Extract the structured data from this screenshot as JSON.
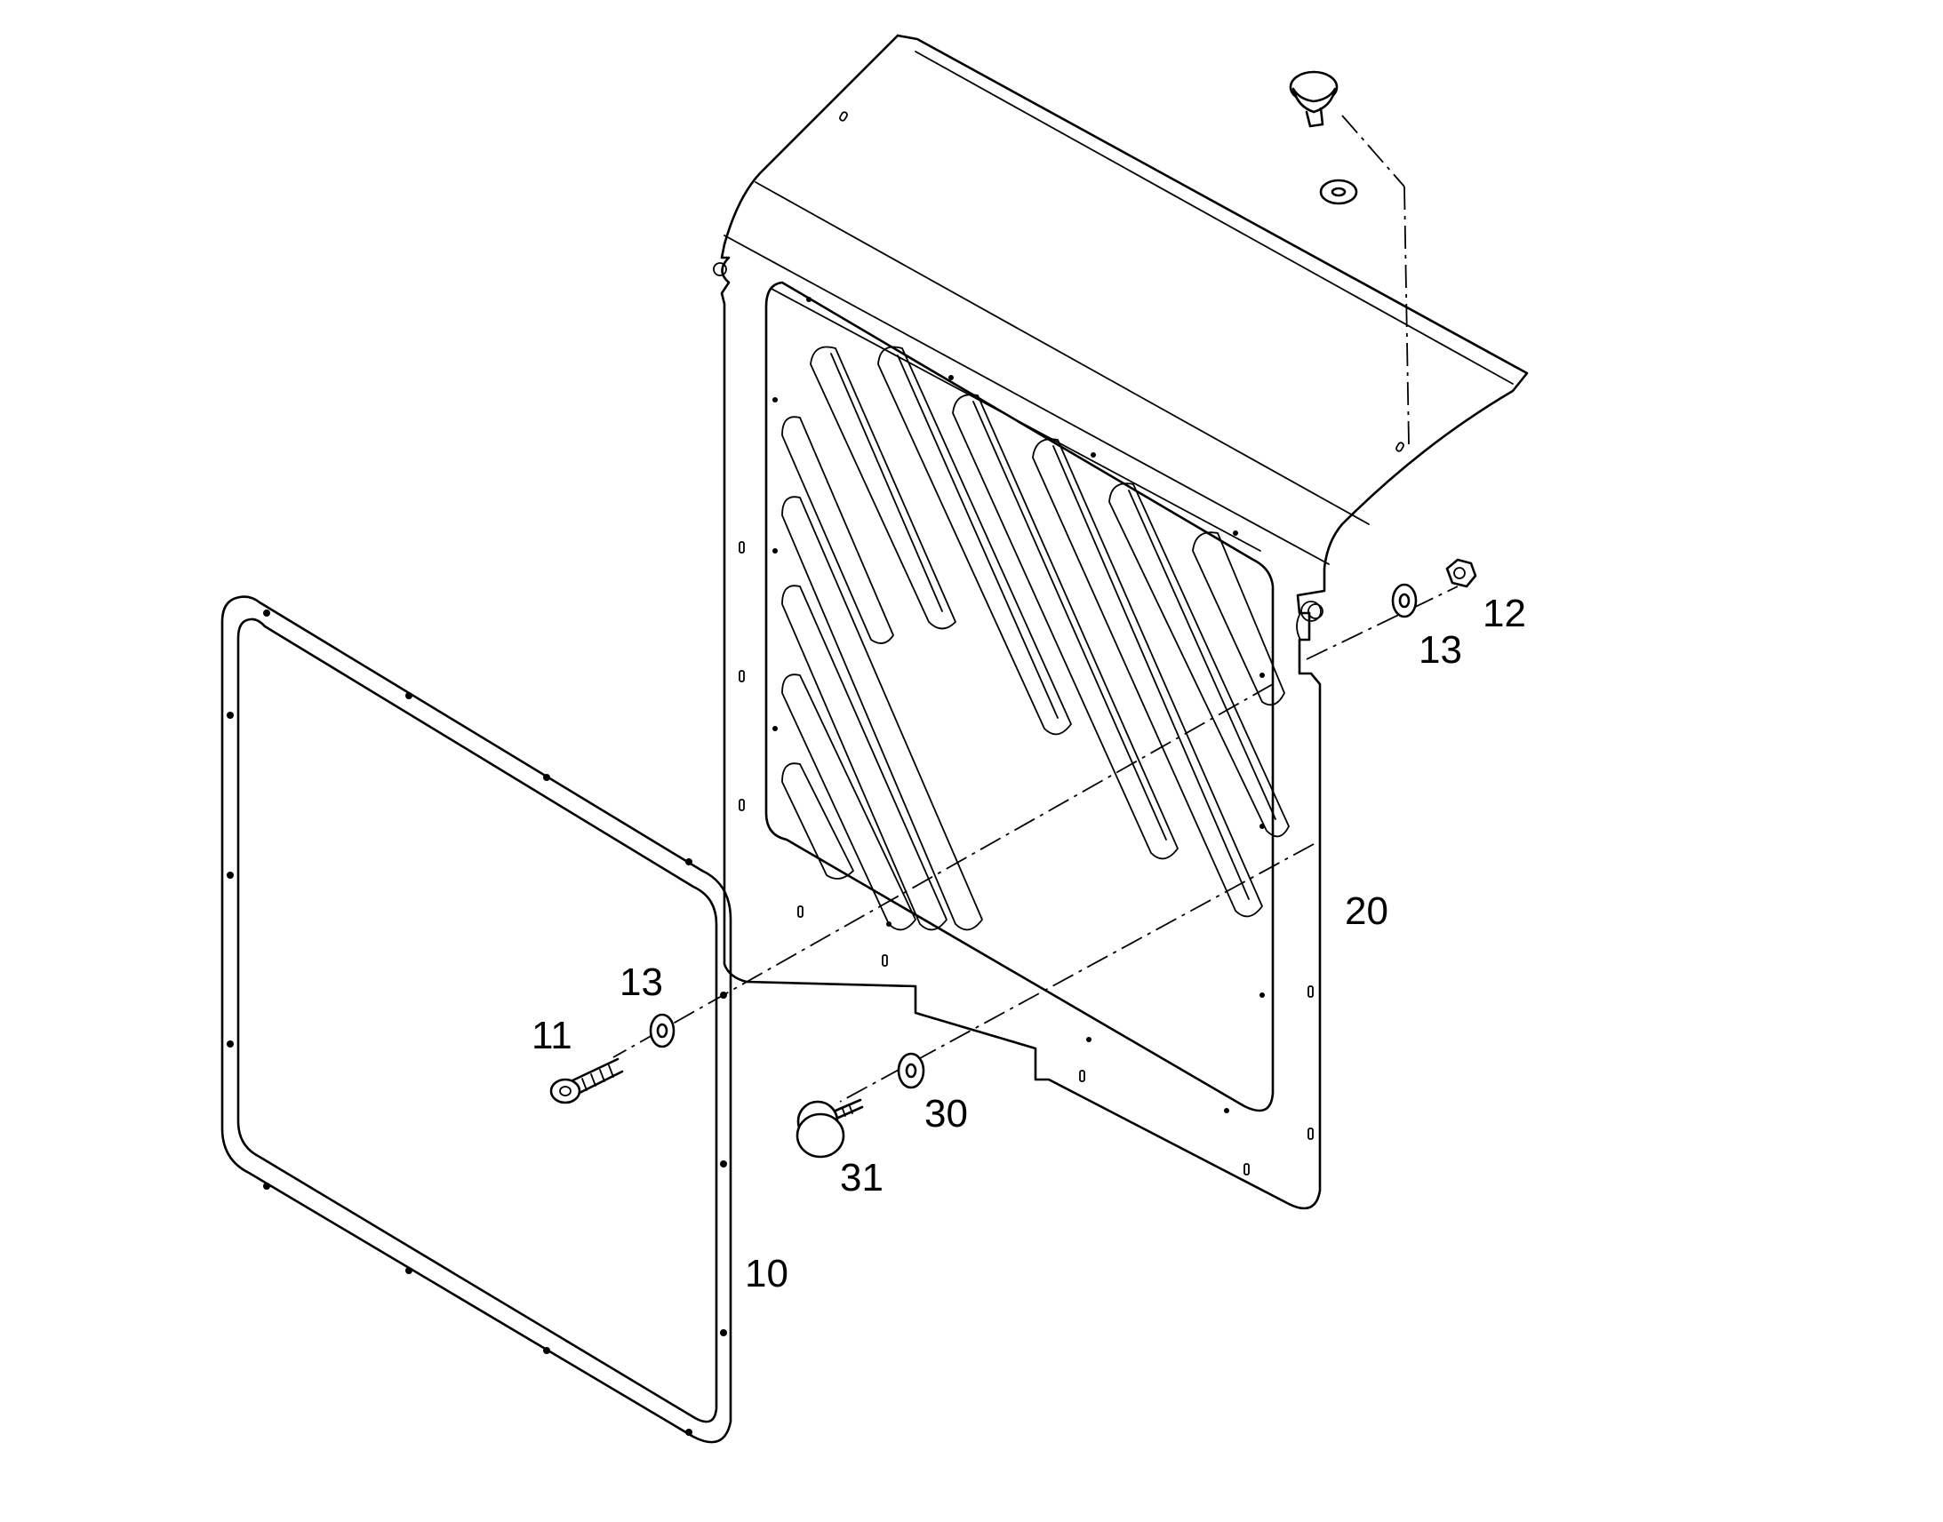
{
  "callouts": {
    "p10": "10",
    "p11": "11",
    "p12": "12",
    "p13_right": "13",
    "p13_left": "13",
    "p20": "20",
    "p30": "30",
    "p31": "31"
  }
}
